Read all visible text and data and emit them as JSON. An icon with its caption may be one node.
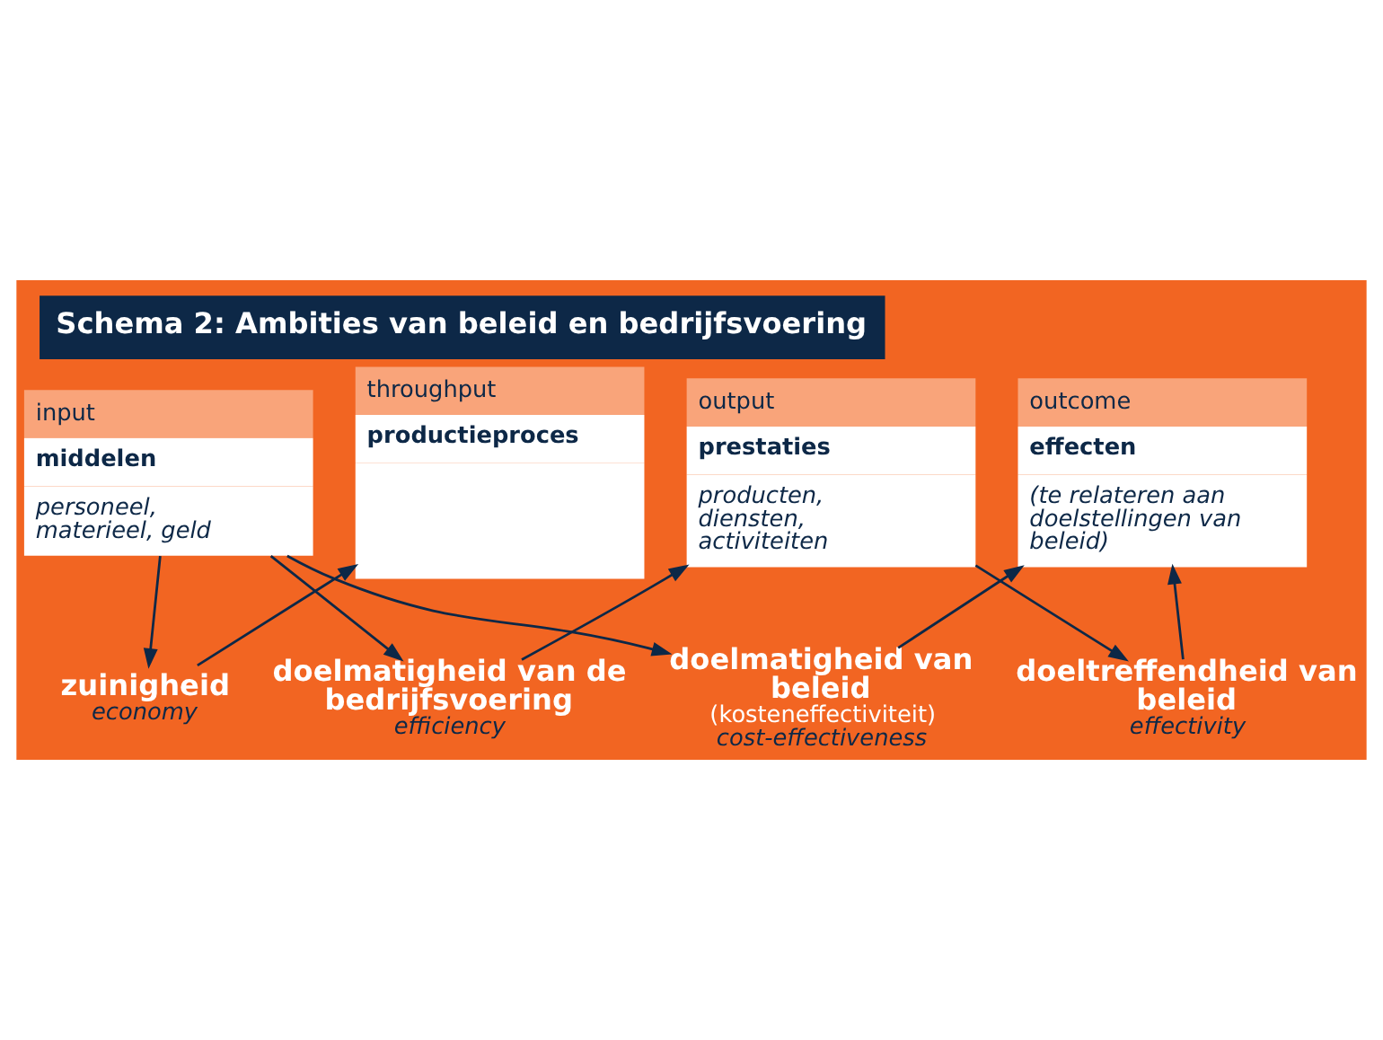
{
  "diagram": {
    "title": "Schema 2: Ambities van beleid en bedrijfsvoering",
    "nodes": [
      {
        "text": [
          "input",
          "middelen",
          "personeel, materieel, geld"
        ]
      },
      {
        "text": [
          "throughput",
          "productieproces"
        ]
      },
      {
        "text": [
          "output",
          "prestaties",
          "producten, diensten, activiteiten"
        ]
      },
      {
        "text": [
          "outcome",
          "effecten",
          "(te relateren aan doelstellingen van beleid)"
        ]
      },
      {
        "text": [
          "doelmatigheid van beleid",
          "(kosteneffectiviteit)",
          "cost-effectiveness"
        ]
      },
      {
        "text": [
          "doelmatigheid van de bedrijfsvoering",
          "efficiency"
        ]
      },
      {
        "text": [
          "zuinigheid",
          "economy"
        ]
      },
      {
        "text": [
          "doeltreffendheid van beleid",
          "effectivity"
        ]
      }
    ],
    "edges": [
      {
        "from": 0,
        "to": 4,
        "arrow": "to"
      },
      {
        "from": 4,
        "to": 3,
        "arrow": "to"
      },
      {
        "from": 0,
        "to": 5,
        "arrow": "to"
      },
      {
        "from": 5,
        "to": 2,
        "arrow": "to"
      },
      {
        "from": 0,
        "to": 6,
        "arrow": "to"
      },
      {
        "from": 6,
        "to": 1,
        "arrow": "to"
      },
      {
        "from": 2,
        "to": 7,
        "arrow": "to"
      },
      {
        "from": 7,
        "to": 3,
        "arrow": "to"
      }
    ]
  }
}
